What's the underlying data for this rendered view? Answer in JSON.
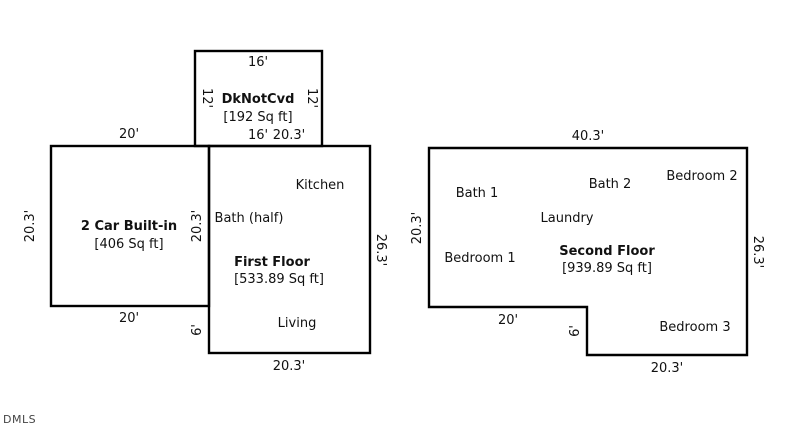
{
  "deck": {
    "title": "DkNotCvd",
    "area": "[192 Sq ft]",
    "dim_top": "16'",
    "dim_left": "12'",
    "dim_right": "12'",
    "dim_bottom": "16'"
  },
  "garage": {
    "title": "2 Car Built-in",
    "area": "[406 Sq ft]",
    "dim_top": "20'",
    "dim_left": "20.3'",
    "dim_bottom": "20'"
  },
  "first_floor": {
    "title": "First Floor",
    "area": "[533.89 Sq ft]",
    "dim_top": "20.3'",
    "dim_left_upper": "20.3'",
    "dim_left_lower": "6'",
    "dim_right": "26.3'",
    "dim_bottom": "20.3'",
    "rooms": {
      "kitchen": "Kitchen",
      "bath_half": "Bath (half)",
      "living": "Living"
    }
  },
  "second_floor": {
    "title": "Second Floor",
    "area": "[939.89 Sq ft]",
    "dim_top": "40.3'",
    "dim_left": "20.3'",
    "dim_right": "26.3'",
    "dim_bottom_left": "20'",
    "dim_step": "6'",
    "dim_bottom_right": "20.3'",
    "rooms": {
      "bath1": "Bath 1",
      "bath2": "Bath 2",
      "bedroom2": "Bedroom 2",
      "laundry": "Laundry",
      "bedroom1": "Bedroom 1",
      "bedroom3": "Bedroom 3"
    }
  },
  "watermark": "DMLS"
}
